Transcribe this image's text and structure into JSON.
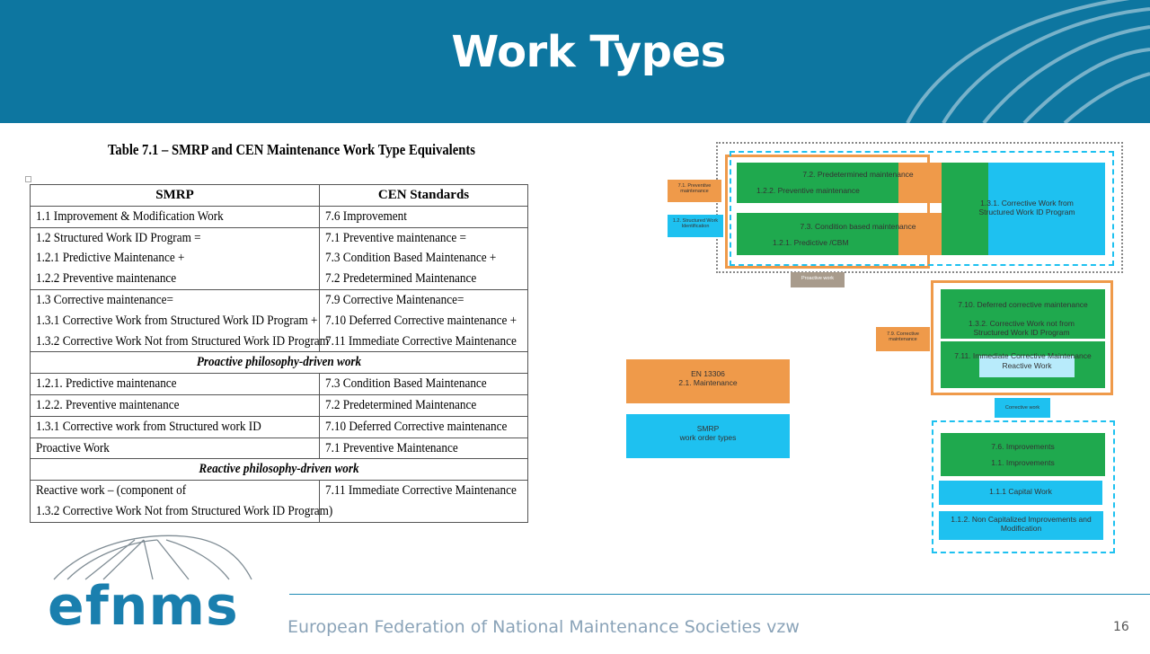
{
  "slide": {
    "title": "Work Types",
    "footer": "European Federation of National Maintenance Societies vzw",
    "page_number": "16",
    "logo_text": "efnms"
  },
  "table": {
    "caption": "Table 7.1 – SMRP and CEN Maintenance Work Type Equivalents",
    "headers": [
      "SMRP",
      "CEN Standards"
    ],
    "rows": [
      {
        "left": [
          "1.1 Improvement & Modification Work"
        ],
        "right": [
          "7.6 Improvement"
        ]
      },
      {
        "left": [
          "1.2 Structured Work ID Program =",
          "1.2.1 Predictive Maintenance +",
          "1.2.2 Preventive maintenance"
        ],
        "right": [
          "7.1 Preventive maintenance =",
          "7.3 Condition Based Maintenance +",
          "7.2 Predetermined Maintenance"
        ]
      },
      {
        "left": [
          "1.3 Corrective maintenance=",
          "1.3.1 Corrective Work from Structured Work ID Program +",
          "1.3.2 Corrective Work Not from Structured Work ID Program"
        ],
        "right": [
          "7.9 Corrective Maintenance=",
          "7.10 Deferred Corrective maintenance +",
          "7.11 Immediate Corrective Maintenance"
        ]
      },
      {
        "section": "Proactive philosophy-driven work"
      },
      {
        "left": [
          "1.2.1. Predictive maintenance"
        ],
        "right": [
          "7.3 Condition Based Maintenance"
        ]
      },
      {
        "left": [
          "1.2.2. Preventive maintenance"
        ],
        "right": [
          "7.2 Predetermined Maintenance"
        ]
      },
      {
        "left": [
          "1.3.1 Corrective work from Structured work ID"
        ],
        "right": [
          "7.10 Deferred Corrective maintenance"
        ]
      },
      {
        "left": [
          "Proactive Work"
        ],
        "right": [
          "7.1 Preventive Maintenance"
        ]
      },
      {
        "section": "Reactive philosophy-driven work"
      },
      {
        "left": [
          "Reactive work – (component of",
          "1.3.2 Corrective Work Not from Structured Work ID Program)"
        ],
        "right": [
          "7.11 Immediate Corrective Maintenance"
        ]
      }
    ]
  },
  "diagram": {
    "labels": {
      "preventive_tag": "7.1. Preventive maintenance",
      "structured_tag": "1.2. Structured Work Identification",
      "predetermined": "7.2. Predetermined maintenance",
      "preventive": "1.2.2. Preventive maintenance",
      "condition": "7.3. Condition based maintenance",
      "predictive": "1.2.1. Predictive /CBM",
      "corrective_work_from": "1.3.1. Corrective Work from Structured Work ID Program",
      "proactive_work": "Proactive work",
      "deferred": "7.10. Deferred corrective maintenance",
      "corrective_not_from": "1.3.2. Corrective Work not from Structured Work ID Program",
      "immediate": "7.11. Immediate Corrective Maintenance",
      "reactive_work": "Reactive Work",
      "corrective_tag": "7.9. Corrective maintenance",
      "corrective_work": "Corrective work",
      "improvements_76": "7.6. Improvements",
      "improvements_11": "1.1. Improvements",
      "capital": "1.1.1 Capital Work",
      "non_capitalized": "1.1.2. Non Capitalized Improvements and Modification"
    },
    "legend": {
      "en_title": "EN 13306",
      "en_sub": "2.1. Maintenance",
      "smrp_title": "SMRP",
      "smrp_sub": "work order types"
    },
    "colors": {
      "green": "#1fa94e",
      "orange": "#ef9a4a",
      "cyan": "#1ec1f0",
      "gray": "#a89b8c"
    }
  }
}
